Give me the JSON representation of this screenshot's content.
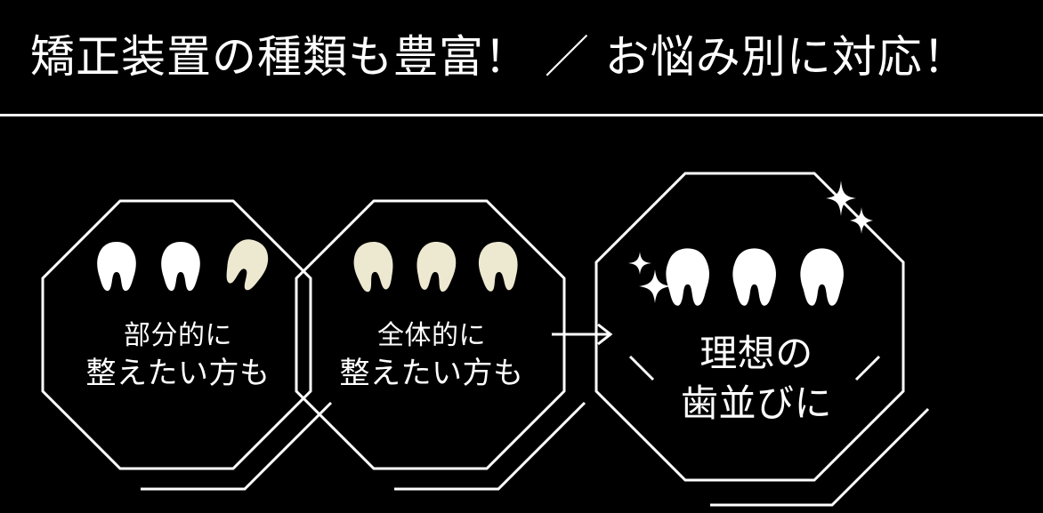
{
  "page": {
    "background_color": "#000000",
    "foreground_color": "#ffffff",
    "tooth_white": "#ffffff",
    "tooth_beige": "#ede8d0"
  },
  "header": {
    "title": "矯正装置の種類も豊富！ ／ お悩み別に対応！",
    "divider": true
  },
  "cards": [
    {
      "id": "partial",
      "label_line1": "部分的に",
      "label_line2": "整えたい方も",
      "teeth": [
        "white",
        "white",
        "beige-tilted"
      ],
      "sparkles": false
    },
    {
      "id": "full",
      "label_line1": "全体的に",
      "label_line2": "整えたい方も",
      "teeth": [
        "beige",
        "beige",
        "beige"
      ],
      "sparkles": false
    },
    {
      "id": "ideal",
      "label_line1": "理想の",
      "label_line2": "歯並びに",
      "teeth": [
        "white",
        "white",
        "white"
      ],
      "sparkles": true
    }
  ],
  "connector": {
    "icon": "arrow-right-icon",
    "from": "full",
    "to": "ideal"
  },
  "decorations": {
    "sparkle_count": 4,
    "emphasis_dash_count": 2
  }
}
